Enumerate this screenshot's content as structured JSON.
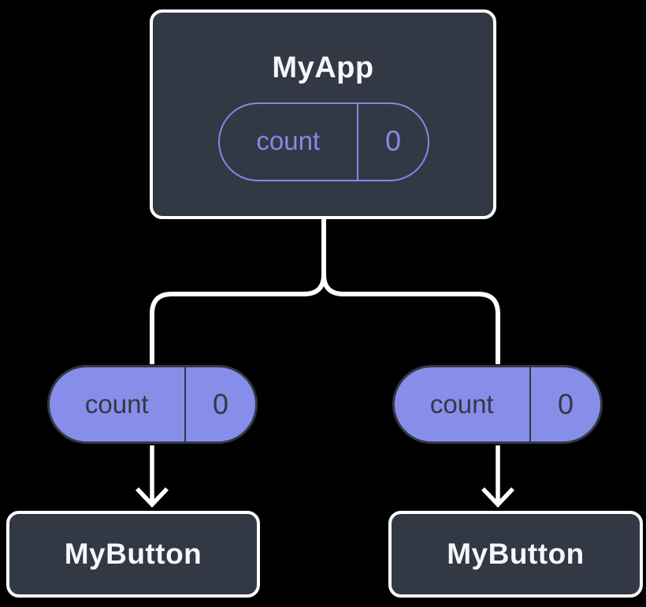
{
  "colors": {
    "background": "#000000",
    "node_fill": "#333845",
    "node_border": "#ffffff",
    "purple_fill": "#878ee9",
    "purple_line": "#8489e6",
    "text_light": "#f6f7f9",
    "text_dark": "#333845",
    "connector": "#ffffff"
  },
  "diagram": {
    "root": {
      "title": "MyApp",
      "state": {
        "name": "count",
        "value": "0"
      }
    },
    "children": [
      {
        "title": "MyButton",
        "prop": {
          "name": "count",
          "value": "0"
        }
      },
      {
        "title": "MyButton",
        "prop": {
          "name": "count",
          "value": "0"
        }
      }
    ]
  }
}
